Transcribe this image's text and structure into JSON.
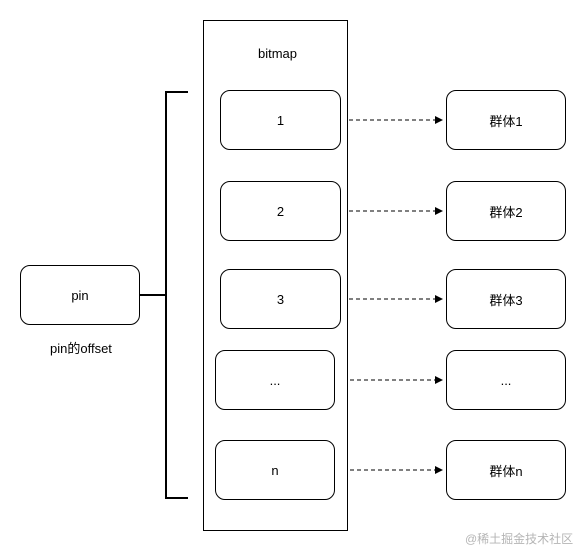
{
  "diagram": {
    "container_label": "bitmap",
    "source": {
      "label": "pin",
      "caption": "pin的offset"
    },
    "slots": [
      {
        "label": "1",
        "target": "群体1"
      },
      {
        "label": "2",
        "target": "群体2"
      },
      {
        "label": "3",
        "target": "群体3"
      },
      {
        "label": "...",
        "target": "..."
      },
      {
        "label": "n",
        "target": "群体n"
      }
    ]
  },
  "watermark": "@稀土掘金技术社区"
}
